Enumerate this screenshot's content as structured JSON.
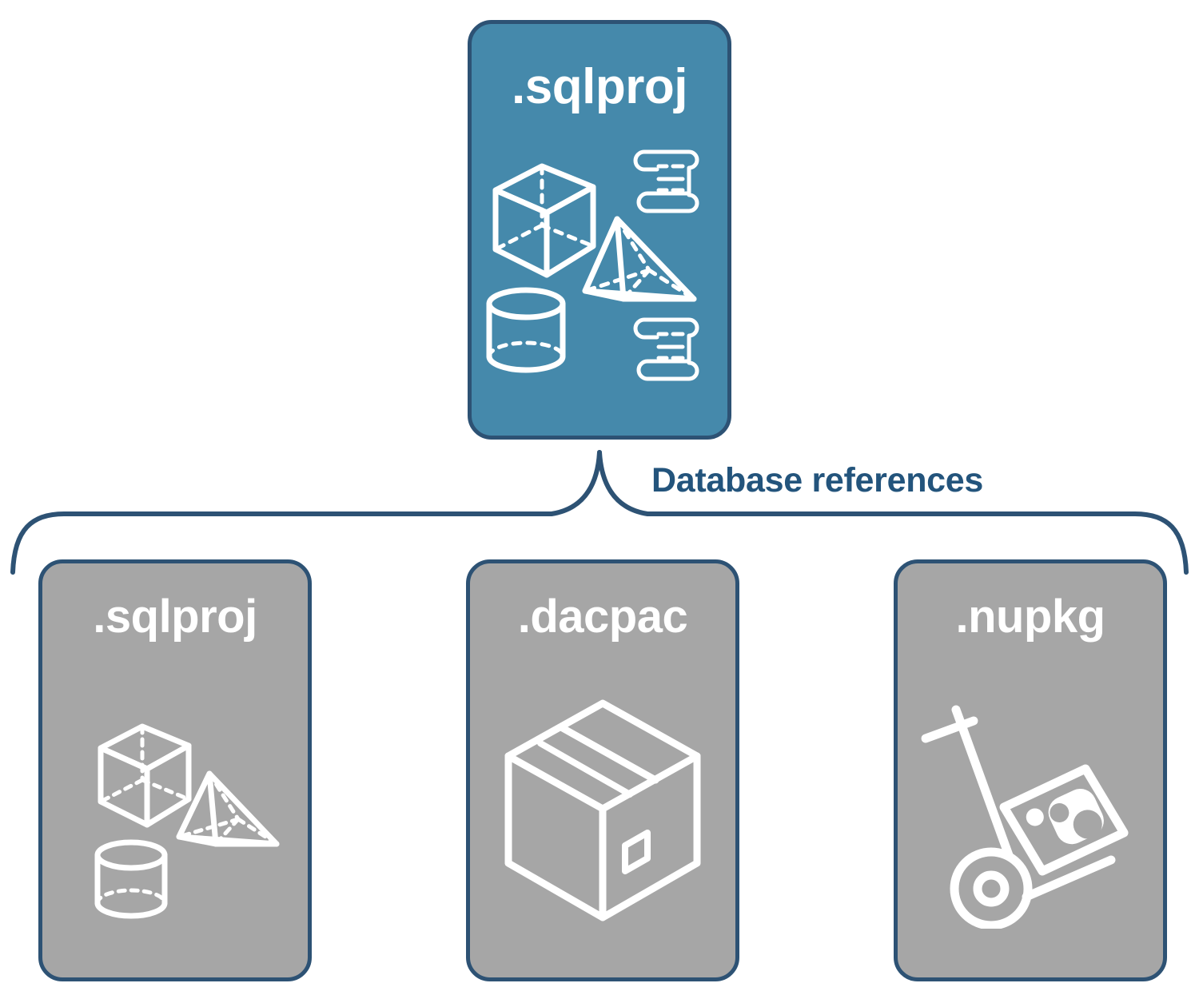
{
  "diagram": {
    "title": "SQL project database references",
    "colors": {
      "parent_fill": "#4589ab",
      "child_fill": "#a6a6a6",
      "border": "#2d5274",
      "label_text": "#23547c",
      "card_text": "#ffffff",
      "background": "#ffffff"
    },
    "parent": {
      "label": ".sqlproj",
      "icons": [
        "wireframe-cube-icon",
        "wireframe-pyramid-icon",
        "wireframe-cylinder-icon",
        "scroll-icon",
        "scroll-icon"
      ]
    },
    "connector": {
      "label": "Database references",
      "style": "curly-brace",
      "direction": "parent-to-children"
    },
    "children": [
      {
        "label": ".sqlproj",
        "icons": [
          "wireframe-cube-icon",
          "wireframe-pyramid-icon",
          "wireframe-cylinder-icon"
        ]
      },
      {
        "label": ".dacpac",
        "icons": [
          "shipping-box-icon"
        ]
      },
      {
        "label": ".nupkg",
        "icons": [
          "hand-truck-package-icon"
        ]
      }
    ]
  }
}
